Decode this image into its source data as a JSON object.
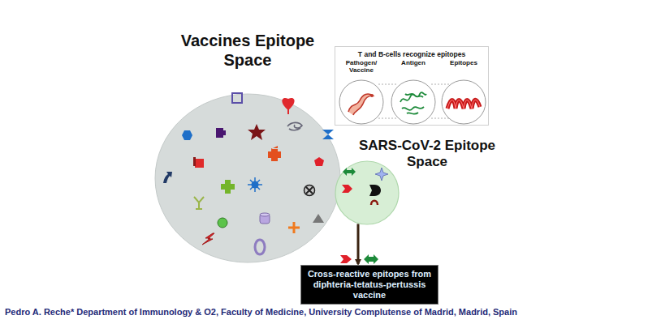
{
  "diagram": {
    "nodes": [
      {
        "text": [
          "Vaccines Epitope Space"
        ]
      },
      {
        "text": [
          "SARS-CoV-2 Epitope Space"
        ]
      },
      {
        "text": [
          "T and B-cells recognize epitopes"
        ]
      },
      {
        "text": [
          "Pathogen/ Vaccine"
        ],
        "in": 2
      },
      {
        "text": [
          "Antigen"
        ],
        "in": 2
      },
      {
        "text": [
          "Epitopes"
        ],
        "in": 2
      },
      {
        "text": [
          "Cross-reactive epitopes from diphteria-tetatus-pertussis vaccine"
        ]
      }
    ],
    "edges": [
      {
        "from": 1,
        "to": 6,
        "arrow": "to"
      }
    ],
    "labels": [
      "Pedro A. Reche* Department of Immunology & O2, Faculty of Medicine, University Complutense of Madrid, Madrid, Spain"
    ]
  }
}
